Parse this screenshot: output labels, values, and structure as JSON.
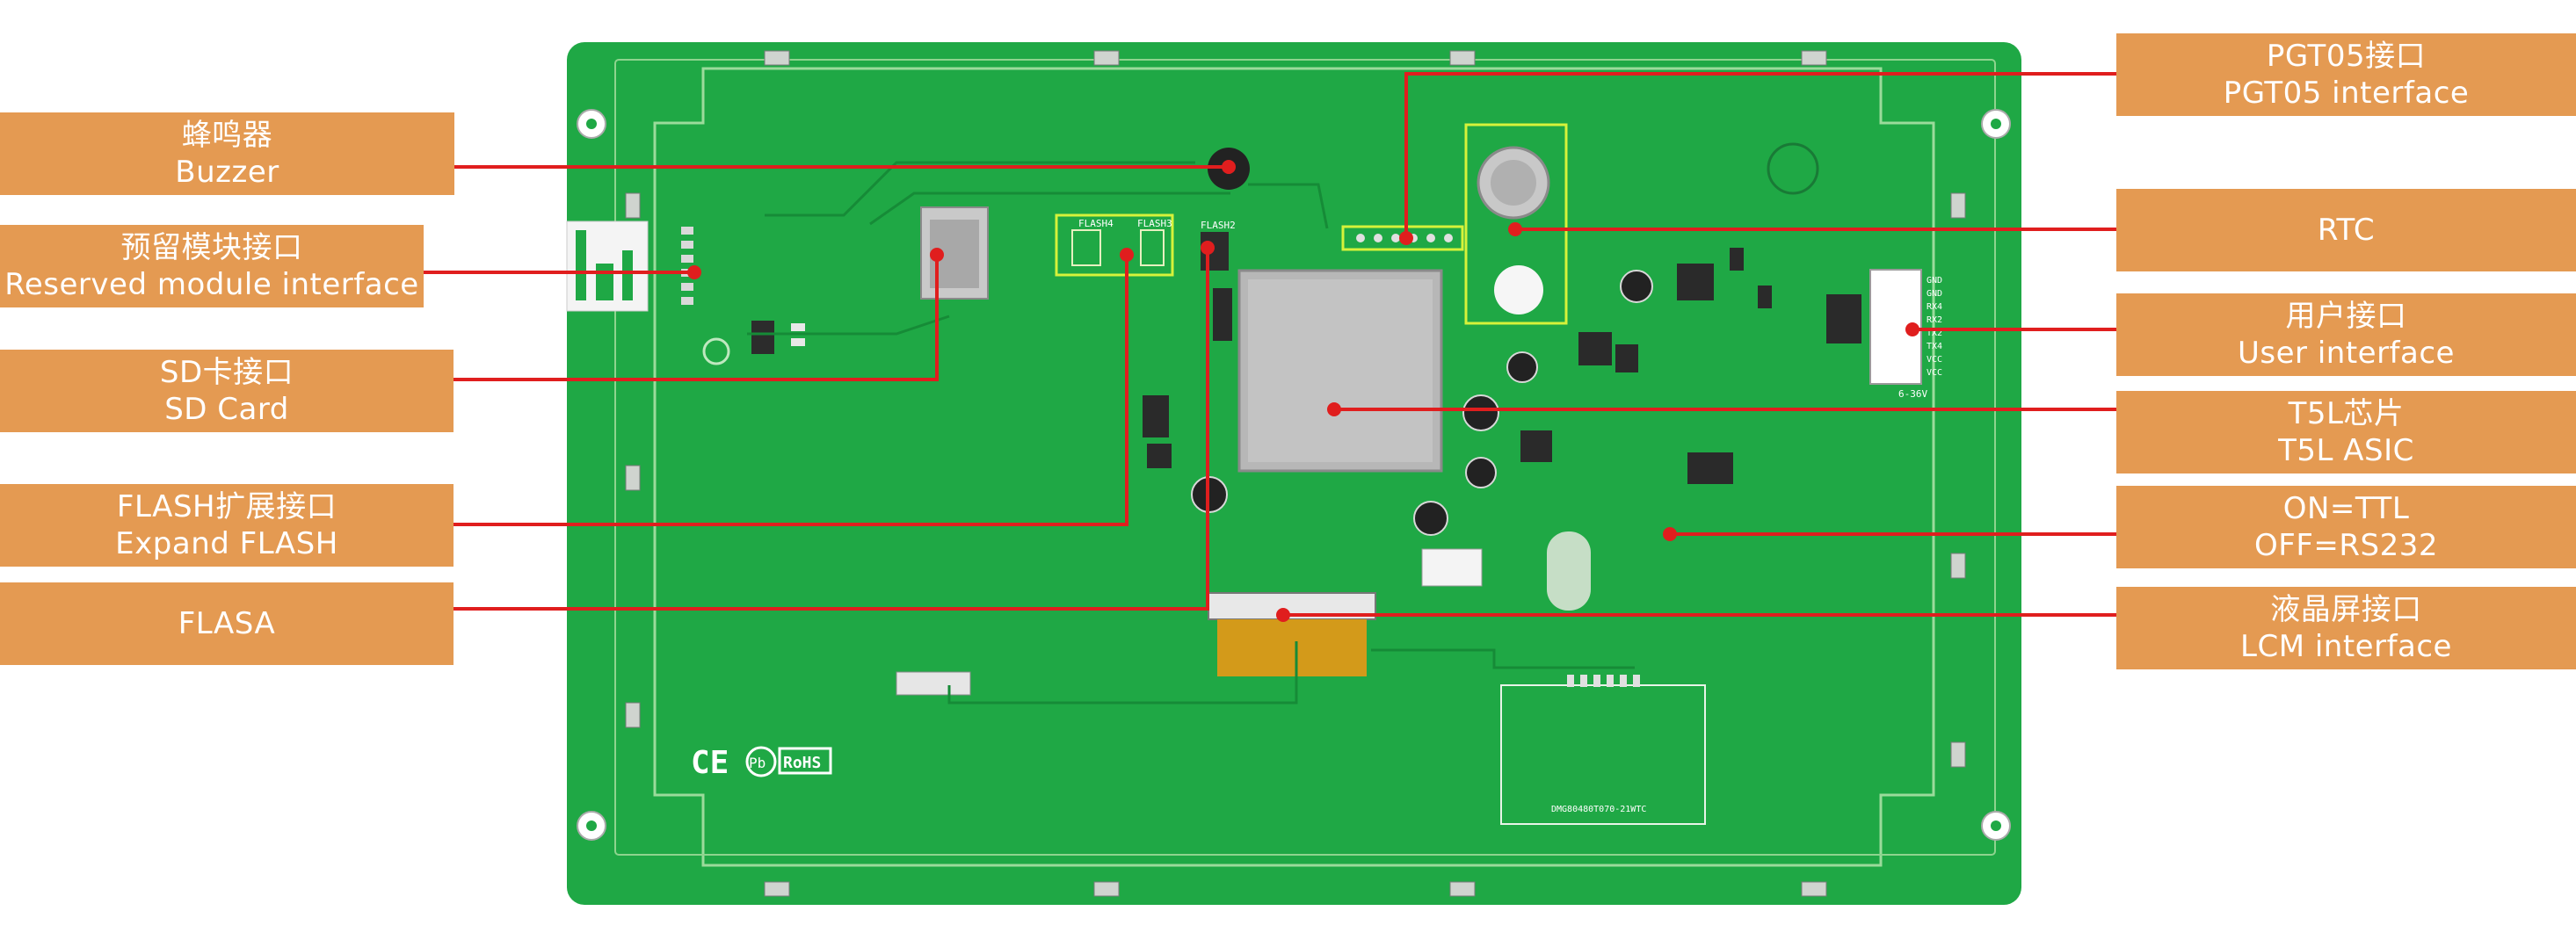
{
  "colors": {
    "label_bg": "#E49A52",
    "leader": "#E01E1E",
    "board": "#1FA845",
    "board_dark": "#168B37",
    "outline": "#D5F2D5",
    "highlight": "#D6F23A"
  },
  "labels": {
    "buzzer": {
      "zh": "蜂鸣器",
      "en": "Buzzer"
    },
    "reserved": {
      "zh": "预留模块接口",
      "en": "Reserved module interface"
    },
    "sdcard": {
      "zh": "SD卡接口",
      "en": "SD Card"
    },
    "flash_ext": {
      "zh": "FLASH扩展接口",
      "en": "Expand FLASH"
    },
    "flasa": {
      "zh": "FLASA"
    },
    "pgt05": {
      "zh": "PGT05接口",
      "en": "PGT05 interface"
    },
    "rtc": {
      "zh": "RTC"
    },
    "user": {
      "zh": "用户接口",
      "en": "User interface"
    },
    "t5l": {
      "zh": "T5L芯片",
      "en": "T5L ASIC"
    },
    "ttl": {
      "zh": "ON=TTL",
      "en": "OFF=RS232"
    },
    "lcm": {
      "zh": "液晶屏接口",
      "en": "LCM interface"
    }
  },
  "silkscreen": {
    "flash_chip_1": "FLASH4",
    "flash_chip_2": "FLASH3",
    "flash_chip_3": "FLASH2",
    "pins": [
      "GND",
      "GND",
      "RX4",
      "RX2",
      "TX2",
      "TX4",
      "VCC",
      "VCC"
    ],
    "voltage": "6-36V",
    "marks": "CE",
    "rohs": "RoHS",
    "pb": "Pb",
    "model": "DMG80480T070-21WTC"
  }
}
